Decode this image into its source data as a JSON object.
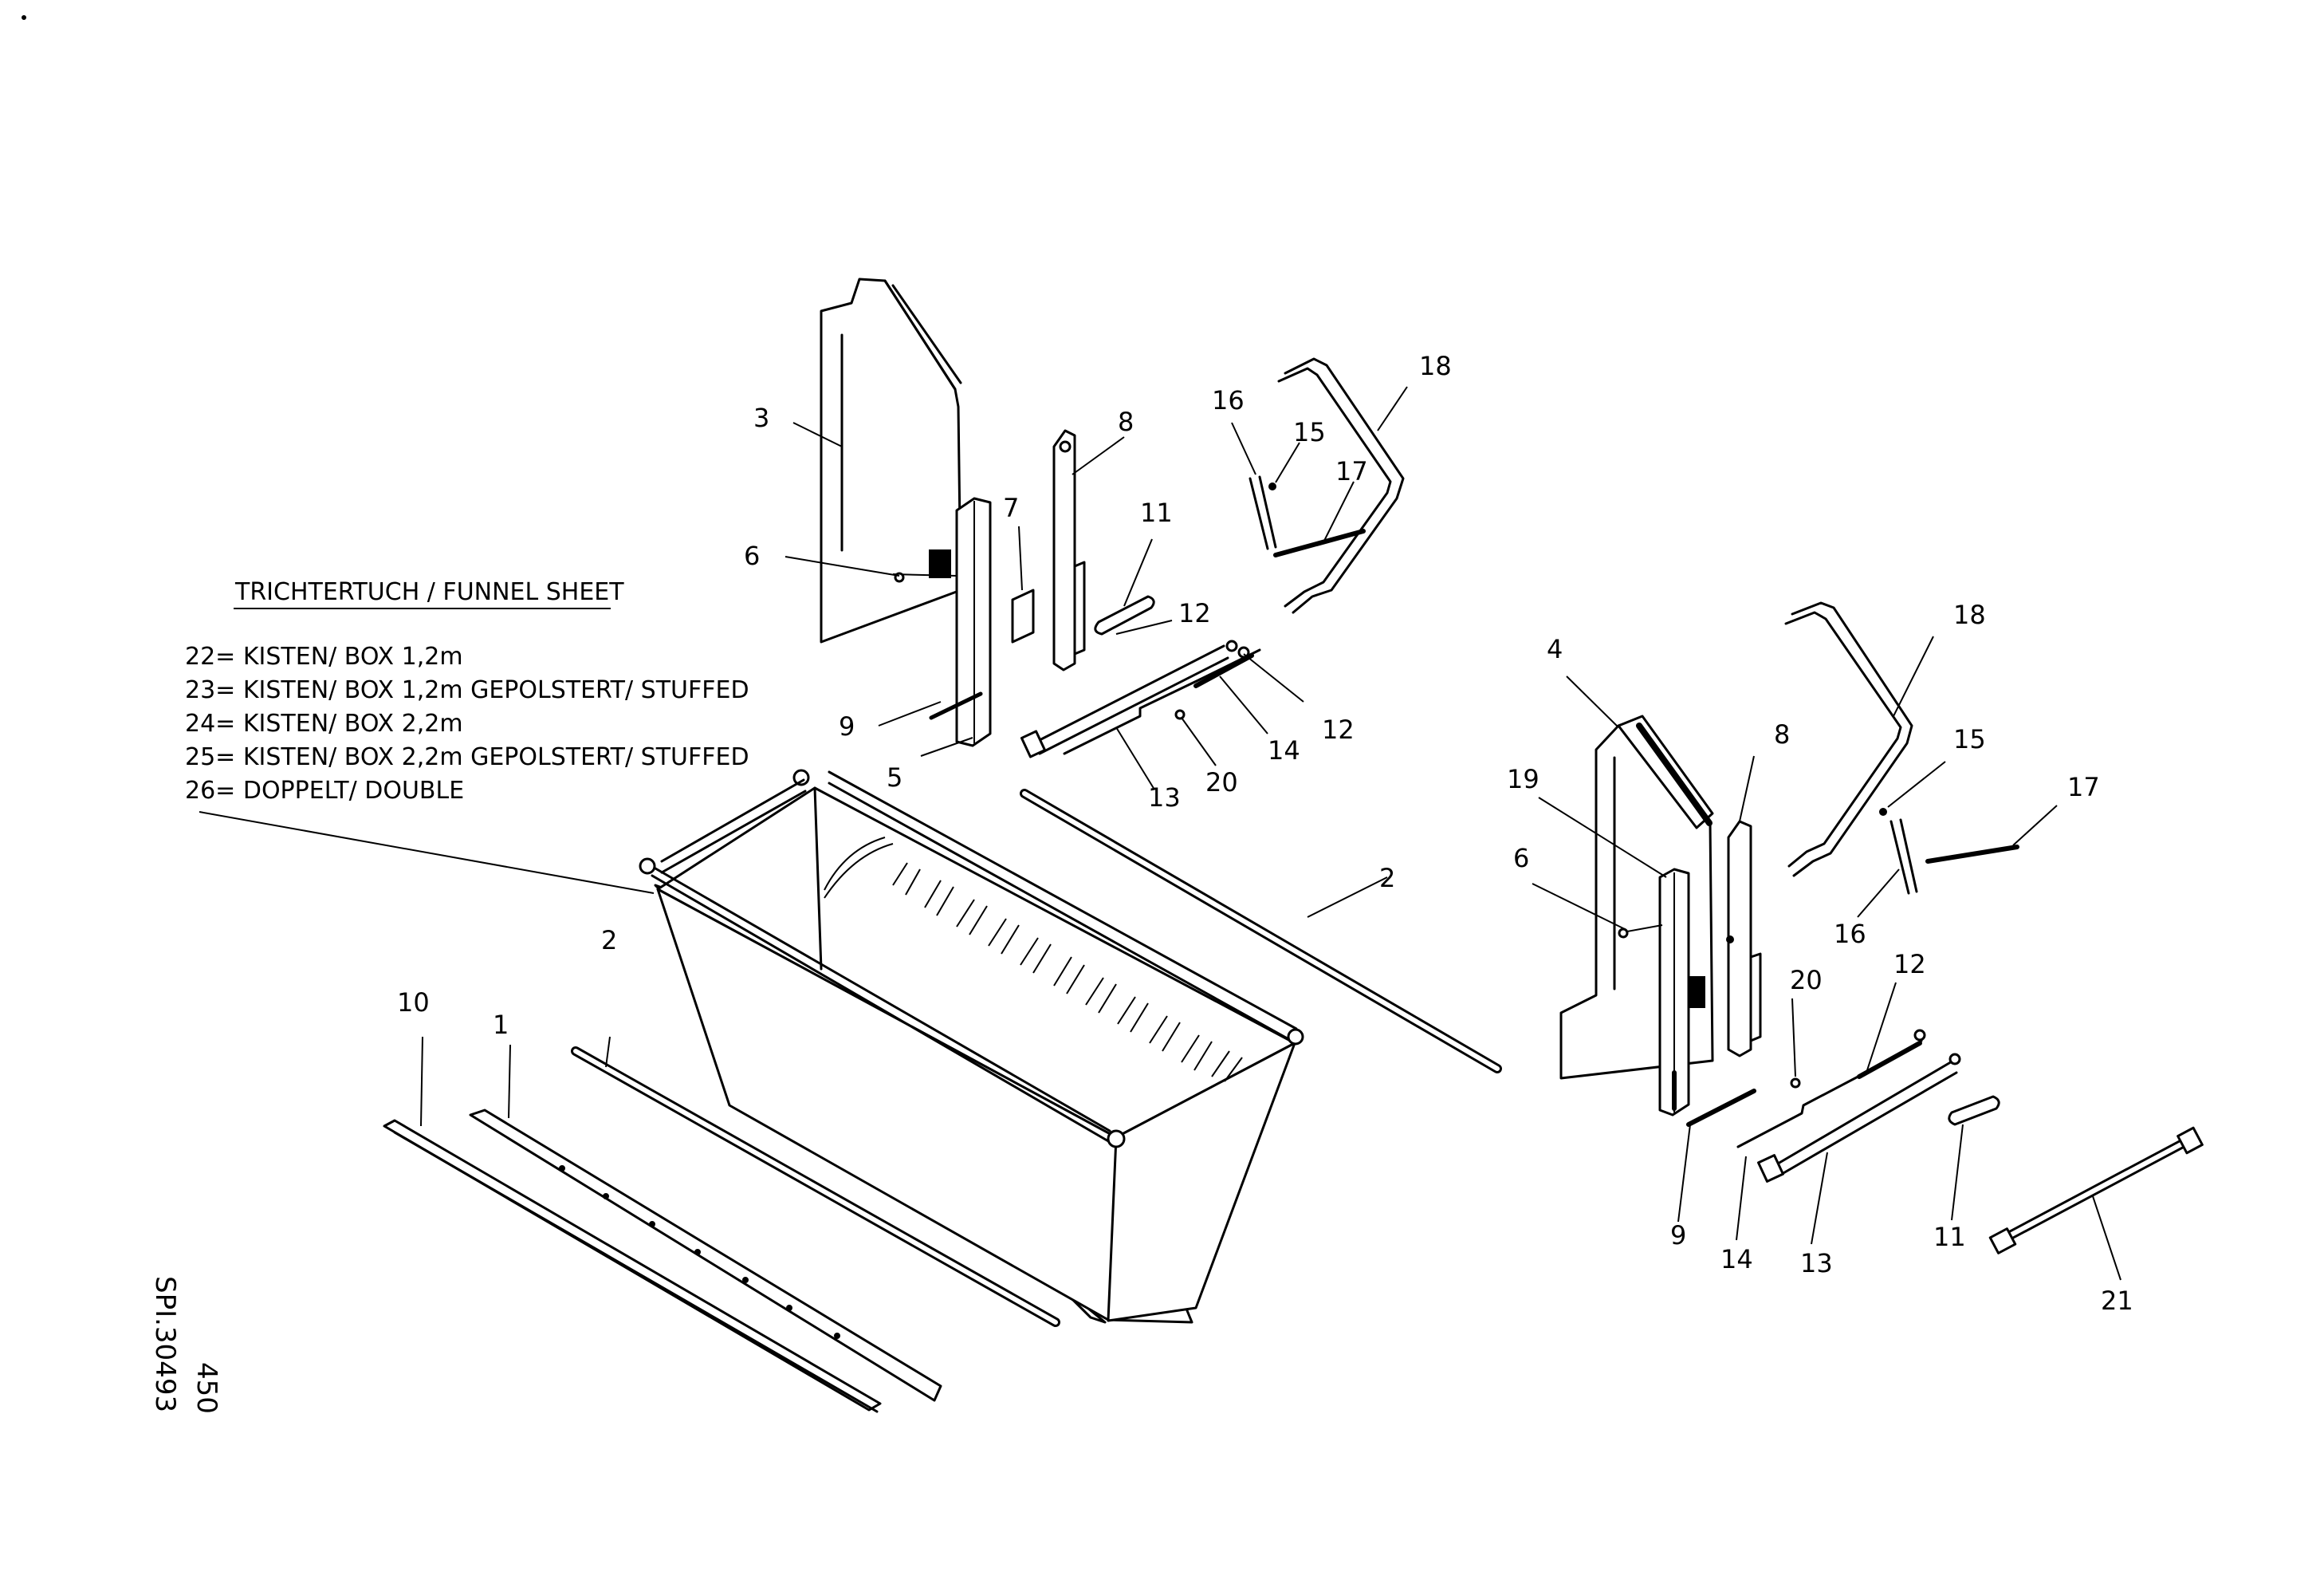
{
  "legend": {
    "title": "TRICHTERTUCH / FUNNEL SHEET",
    "items": [
      "22= KISTEN/ BOX 1,2m",
      "23= KISTEN/ BOX 1,2m GEPOLSTERT/ STUFFED",
      "24= KISTEN/ BOX 2,2m",
      "25= KISTEN/ BOX 2,2m GEPOLSTERT/ STUFFED",
      "26= DOPPELT/ DOUBLE"
    ]
  },
  "drawing_code": {
    "number": "450",
    "id": "SPI.30493"
  },
  "callouts": {
    "c1": "1",
    "c2a": "2",
    "c2b": "2",
    "c3": "3",
    "c4": "4",
    "c5": "5",
    "c6a": "6",
    "c6b": "6",
    "c7": "7",
    "c8a": "8",
    "c8b": "8",
    "c9a": "9",
    "c9b": "9",
    "c10": "10",
    "c11a": "11",
    "c11b": "11",
    "c12a": "12",
    "c12b": "12",
    "c12c": "12",
    "c13a": "13",
    "c13b": "13",
    "c14a": "14",
    "c14b": "14",
    "c15a": "15",
    "c15b": "15",
    "c16a": "16",
    "c16b": "16",
    "c17a": "17",
    "c17b": "17",
    "c18a": "18",
    "c18b": "18",
    "c19": "19",
    "c20a": "20",
    "c20b": "20",
    "c21": "21"
  },
  "colors": {
    "ink": "#000000",
    "paper": "#ffffff"
  }
}
